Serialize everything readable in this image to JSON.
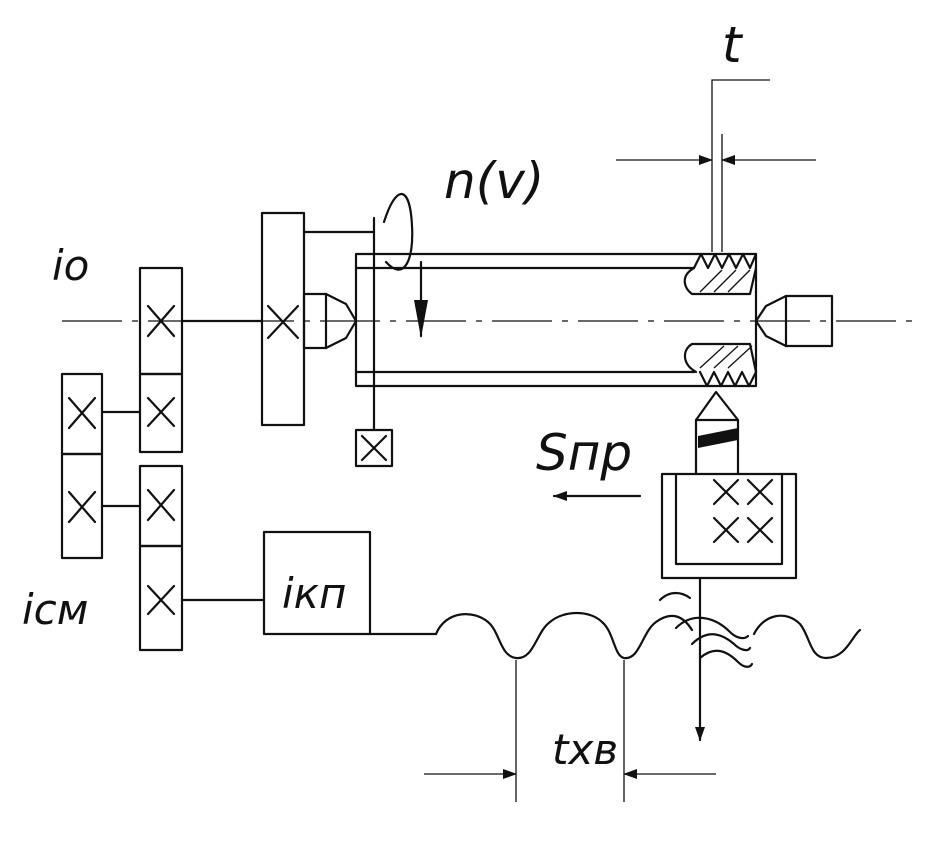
{
  "labels": {
    "t": "t",
    "n_v": "n(v)",
    "i_o": "iо",
    "s_pr": "Sпр",
    "i_sm": "iсм",
    "i_kp": "iкп",
    "t_hv": "tхв"
  },
  "colors": {
    "line": "#111111",
    "background": "#ffffff"
  }
}
